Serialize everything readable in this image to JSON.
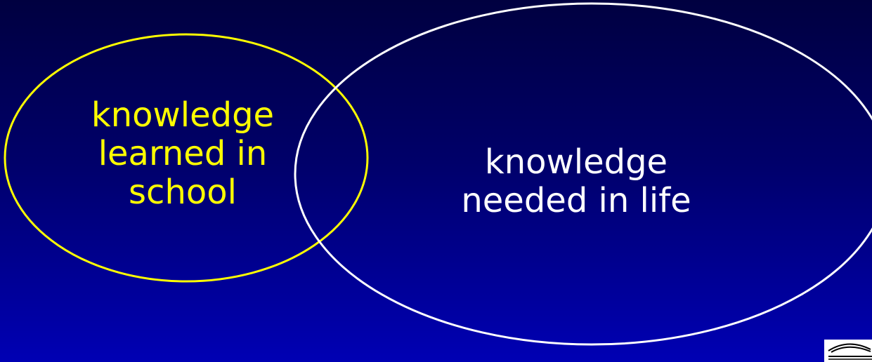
{
  "colors": {
    "school": "#ffff00",
    "life": "#ffffff"
  },
  "diagram": {
    "school_set": {
      "lines": [
        "knowledge",
        "learned in",
        "school"
      ]
    },
    "life_set": {
      "lines": [
        "knowledge",
        "needed in life"
      ]
    }
  },
  "logo": {
    "icon": "house-roof-logo-icon"
  }
}
